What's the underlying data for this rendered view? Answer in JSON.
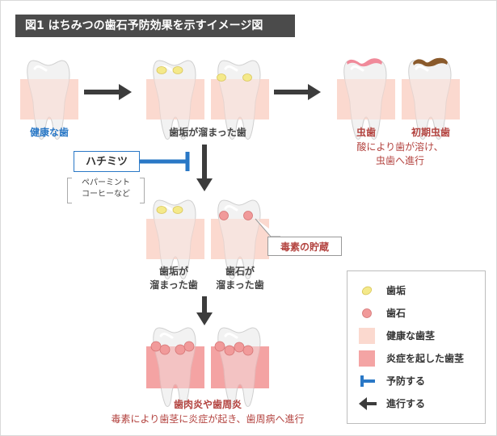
{
  "title": "図1 はちみつの歯石予防効果を示すイメージ図",
  "labels": {
    "healthy_tooth": "健康な歯",
    "plaque_tooth": "歯垢が溜まった歯",
    "cavity": "虫歯",
    "early_cavity": "初期虫歯",
    "cavity_note_1": "酸により歯が溶け、",
    "cavity_note_2": "虫歯へ進行",
    "honey": "ハチミツ",
    "examples_1": "ペパーミント",
    "examples_2": "コーヒーなど",
    "plaque_short_1": "歯垢が",
    "plaque_short_2": "溜まった歯",
    "tartar_short_1": "歯石が",
    "tartar_short_2": "溜まった歯",
    "toxin_storage": "毒素の貯蔵",
    "periodontitis": "歯肉炎や歯周炎",
    "perio_note": "毒素により歯茎に炎症が起き、歯周病へ進行"
  },
  "legend": [
    {
      "label": "歯垢",
      "icon": "plaque-icon"
    },
    {
      "label": "歯石",
      "icon": "tartar-icon"
    },
    {
      "label": "健康な歯茎",
      "icon": "healthy-gum-swatch"
    },
    {
      "label": "炎症を起した歯茎",
      "icon": "inflamed-gum-swatch"
    },
    {
      "label": "予防する",
      "icon": "prevent-icon"
    },
    {
      "label": "進行する",
      "icon": "progress-arrow-icon"
    }
  ],
  "colors": {
    "gum_healthy": "#fbd9cf",
    "gum_inflamed": "#f4a4a4",
    "plaque": "#f4e98a",
    "tartar": "#f19a9a",
    "cavity_early": "#8a5a2b",
    "cavity_pink": "#f08a9a",
    "arrow": "#3c3c3c",
    "prevent": "#2a78c6"
  }
}
